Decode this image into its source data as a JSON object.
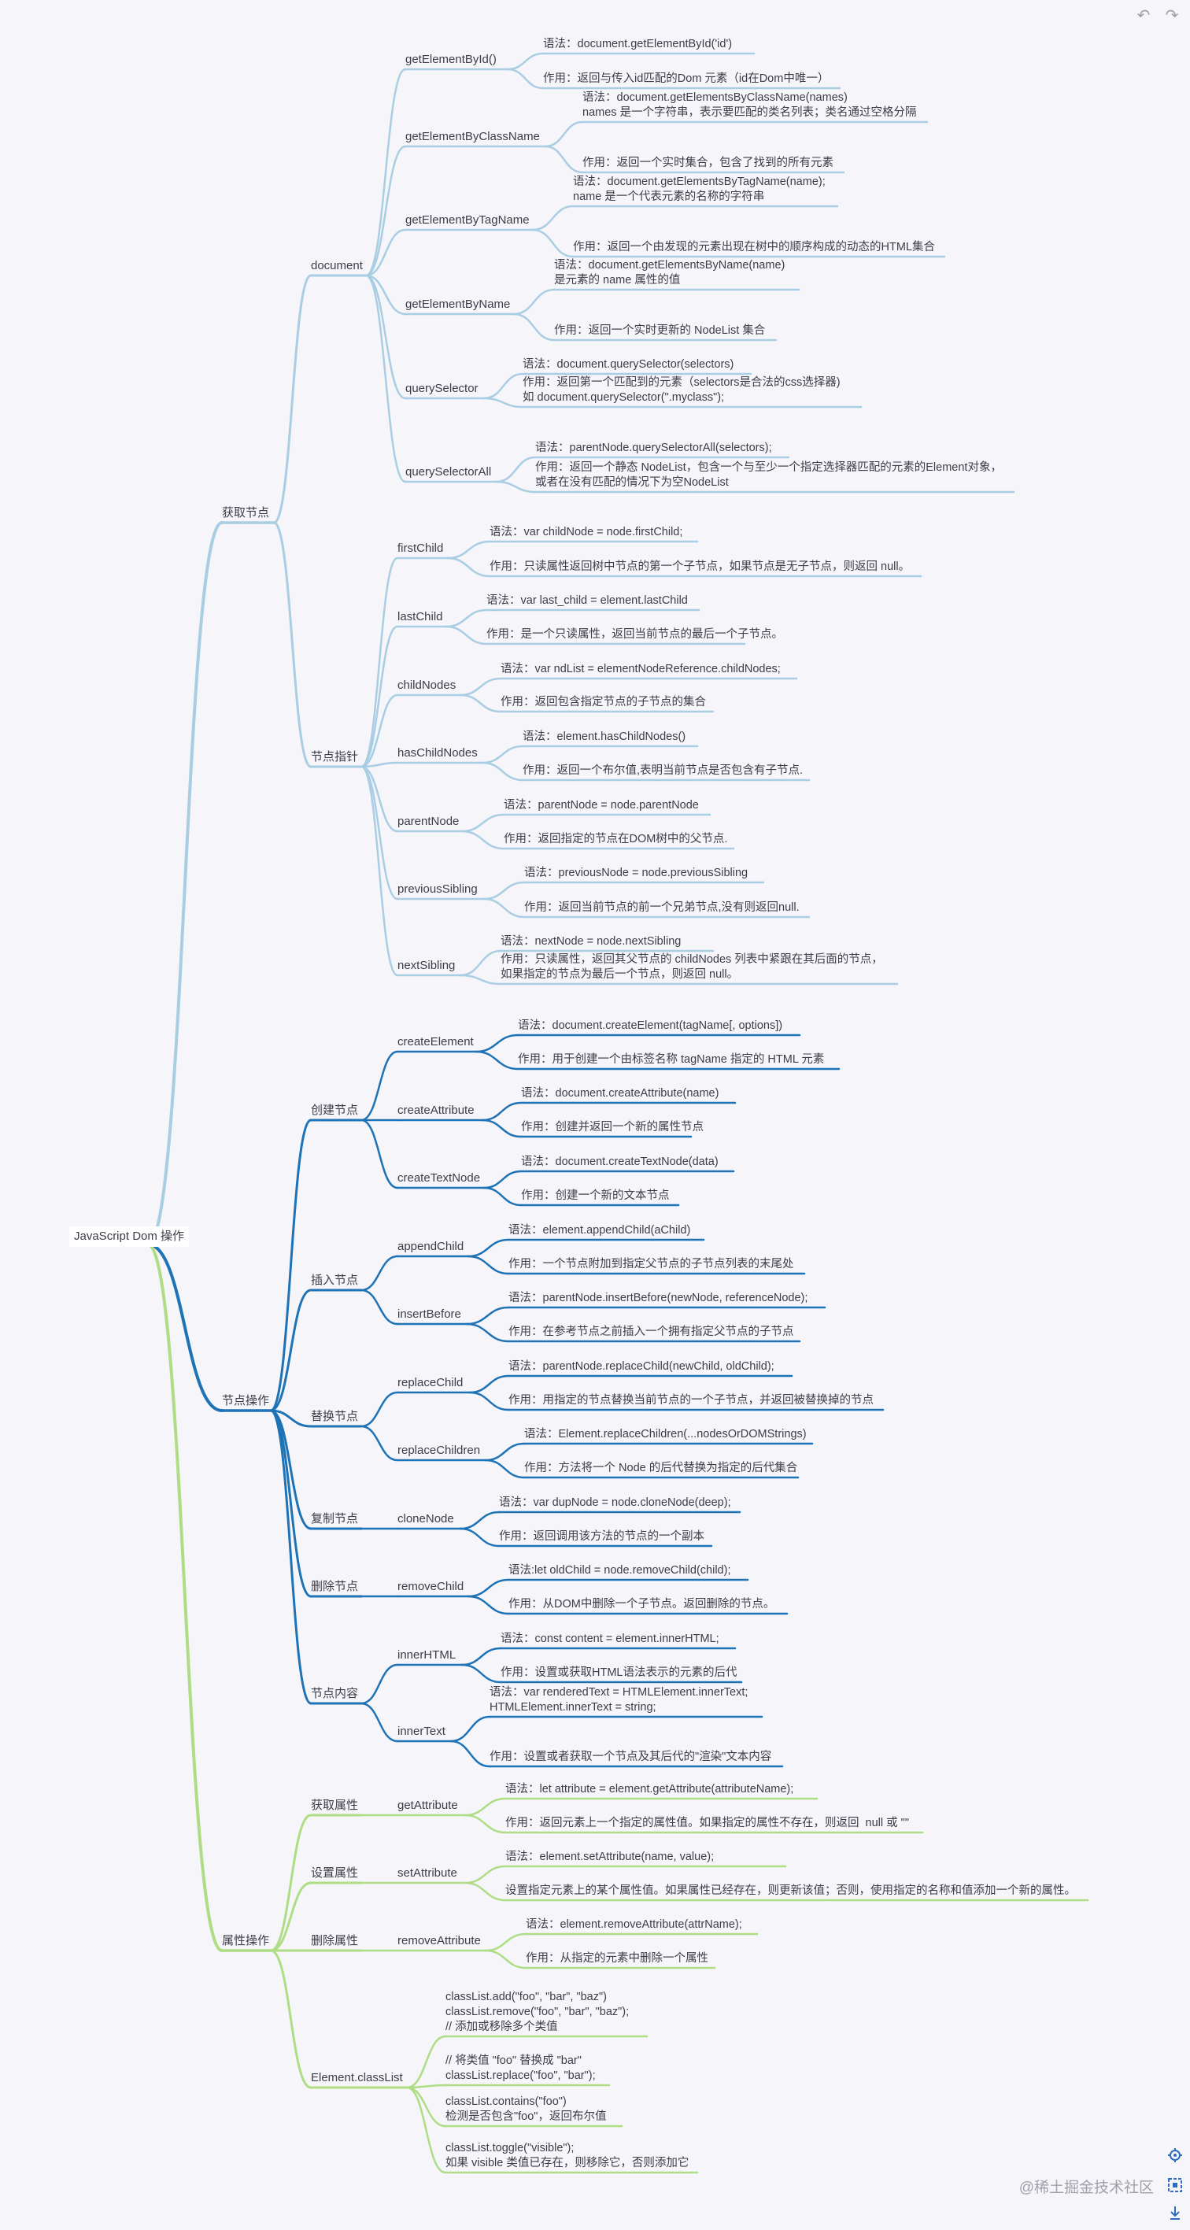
{
  "colors": {
    "light_blue": "#a9cde2",
    "dark_blue": "#1e72b6",
    "green": "#aedd86"
  },
  "toolbar": {
    "undo_icon": "undo-icon",
    "redo_icon": "redo-icon"
  },
  "bottom_tools": {
    "locate_icon": "locate-icon",
    "fit_icon": "fit-view-icon",
    "download_icon": "download-icon"
  },
  "watermark": "@稀土掘金技术社区",
  "mindmap": {
    "root": "JavaScript Dom 操作",
    "branches": [
      {
        "label": "获取节点",
        "color": "light_blue",
        "children": [
          {
            "label": "document",
            "children": [
              {
                "label": "getElementById()",
                "notes": [
                  "语法：document.getElementById('id')",
                  "作用：返回与传入id匹配的Dom 元素（id在Dom中唯一）"
                ]
              },
              {
                "label": "getElementByClassName",
                "notes": [
                  "语法：document.getElementsByClassName(names)\nnames 是一个字符串，表示要匹配的类名列表；类名通过空格分隔",
                  "作用：返回一个实时集合，包含了找到的所有元素"
                ]
              },
              {
                "label": "getElementByTagName",
                "notes": [
                  "语法：document.getElementsByTagName(name);\nname 是一个代表元素的名称的字符串",
                  "作用：返回一个由发现的元素出现在树中的顺序构成的动态的HTML集合"
                ]
              },
              {
                "label": "getElementByName",
                "notes": [
                  "语法：document.getElementsByName(name)\n是元素的 name 属性的值",
                  "作用：返回一个实时更新的 NodeList 集合"
                ]
              },
              {
                "label": "querySelector",
                "notes": [
                  "语法：document.querySelector(selectors)",
                  "作用：返回第一个匹配到的元素（selectors是合法的css选择器)\n如 document.querySelector(\".myclass\");"
                ]
              },
              {
                "label": "querySelectorAll",
                "notes": [
                  "语法：parentNode.querySelectorAll(selectors);",
                  "作用：返回一个静态 NodeList，包含一个与至少一个指定选择器匹配的元素的Element对象，\n或者在没有匹配的情况下为空NodeList"
                ]
              }
            ]
          },
          {
            "label": "节点指针",
            "children": [
              {
                "label": "firstChild",
                "notes": [
                  "语法：var childNode = node.firstChild;",
                  "作用：只读属性返回树中节点的第一个子节点，如果节点是无子节点，则返回 null。"
                ]
              },
              {
                "label": "lastChild",
                "notes": [
                  "语法：var last_child = element.lastChild",
                  "作用：是一个只读属性，返回当前节点的最后一个子节点。"
                ]
              },
              {
                "label": "childNodes",
                "notes": [
                  "语法：var ndList = elementNodeReference.childNodes;",
                  "作用：返回包含指定节点的子节点的集合"
                ]
              },
              {
                "label": "hasChildNodes",
                "notes": [
                  "语法：element.hasChildNodes()",
                  "作用：返回一个布尔值,表明当前节点是否包含有子节点."
                ]
              },
              {
                "label": "parentNode",
                "notes": [
                  "语法：parentNode = node.parentNode",
                  "作用：返回指定的节点在DOM树中的父节点."
                ]
              },
              {
                "label": "previousSibling",
                "notes": [
                  "语法：previousNode = node.previousSibling",
                  "作用：返回当前节点的前一个兄弟节点,没有则返回null."
                ]
              },
              {
                "label": "nextSibling",
                "notes": [
                  "语法：nextNode = node.nextSibling",
                  "作用：只读属性，返回其父节点的 childNodes 列表中紧跟在其后面的节点，\n如果指定的节点为最后一个节点，则返回 null。"
                ]
              }
            ]
          }
        ]
      },
      {
        "label": "节点操作",
        "color": "dark_blue",
        "children": [
          {
            "label": "创建节点",
            "children": [
              {
                "label": "createElement",
                "notes": [
                  "语法：document.createElement(tagName[, options])",
                  "作用：用于创建一个由标签名称 tagName 指定的 HTML 元素"
                ]
              },
              {
                "label": "createAttribute",
                "notes": [
                  "语法：document.createAttribute(name)",
                  "作用：创建并返回一个新的属性节点"
                ]
              },
              {
                "label": "createTextNode",
                "notes": [
                  "语法：document.createTextNode(data)",
                  "作用：创建一个新的文本节点"
                ]
              }
            ]
          },
          {
            "label": "插入节点",
            "children": [
              {
                "label": "appendChild",
                "notes": [
                  "语法：element.appendChild(aChild)",
                  "作用：一个节点附加到指定父节点的子节点列表的末尾处"
                ]
              },
              {
                "label": "insertBefore",
                "notes": [
                  "语法：parentNode.insertBefore(newNode, referenceNode);",
                  "作用：在参考节点之前插入一个拥有指定父节点的子节点"
                ]
              }
            ]
          },
          {
            "label": "替换节点",
            "children": [
              {
                "label": "replaceChild",
                "notes": [
                  "语法：parentNode.replaceChild(newChild, oldChild);",
                  "作用：用指定的节点替换当前节点的一个子节点，并返回被替换掉的节点"
                ]
              },
              {
                "label": "replaceChildren",
                "notes": [
                  "语法：Element.replaceChildren(...nodesOrDOMStrings)",
                  "作用：方法将一个 Node 的后代替换为指定的后代集合"
                ]
              }
            ]
          },
          {
            "label": "复制节点",
            "children": [
              {
                "label": "cloneNode",
                "notes": [
                  "语法：var dupNode = node.cloneNode(deep);",
                  "作用：返回调用该方法的节点的一个副本"
                ]
              }
            ]
          },
          {
            "label": "删除节点",
            "children": [
              {
                "label": "removeChild",
                "notes": [
                  "语法:let oldChild = node.removeChild(child);",
                  "作用：从DOM中删除一个子节点。返回删除的节点。"
                ]
              }
            ]
          },
          {
            "label": "节点内容",
            "children": [
              {
                "label": "innerHTML",
                "notes": [
                  "语法：const content = element.innerHTML;",
                  "作用：设置或获取HTML语法表示的元素的后代"
                ]
              },
              {
                "label": "innerText",
                "notes": [
                  "语法：var renderedText = HTMLElement.innerText;\nHTMLElement.innerText = string;",
                  "作用：设置或者获取一个节点及其后代的\"渲染\"文本内容"
                ]
              }
            ]
          }
        ]
      },
      {
        "label": "属性操作",
        "color": "green",
        "children": [
          {
            "label": "获取属性",
            "children": [
              {
                "label": "getAttribute",
                "notes": [
                  "语法：let attribute = element.getAttribute(attributeName);",
                  "作用：返回元素上一个指定的属性值。如果指定的属性不存在，则返回  null 或 \"\""
                ]
              }
            ]
          },
          {
            "label": "设置属性",
            "children": [
              {
                "label": "setAttribute",
                "notes": [
                  "语法：element.setAttribute(name, value);",
                  "设置指定元素上的某个属性值。如果属性已经存在，则更新该值；否则，使用指定的名称和值添加一个新的属性。"
                ]
              }
            ]
          },
          {
            "label": "删除属性",
            "children": [
              {
                "label": "removeAttribute",
                "notes": [
                  "语法：element.removeAttribute(attrName);",
                  "作用：从指定的元素中删除一个属性"
                ]
              }
            ]
          },
          {
            "label": "Element.classList",
            "notes": [
              "classList.add(\"foo\", \"bar\", \"baz\")\nclassList.remove(\"foo\", \"bar\", \"baz\");\n// 添加或移除多个类值",
              "// 将类值 \"foo\" 替换成 \"bar\"\nclassList.replace(\"foo\", \"bar\");",
              "classList.contains(\"foo\")\n检测是否包含\"foo\"，返回布尔值",
              "classList.toggle(\"visible\");\n如果 visible 类值已存在，则移除它，否则添加它"
            ]
          }
        ]
      }
    ]
  }
}
